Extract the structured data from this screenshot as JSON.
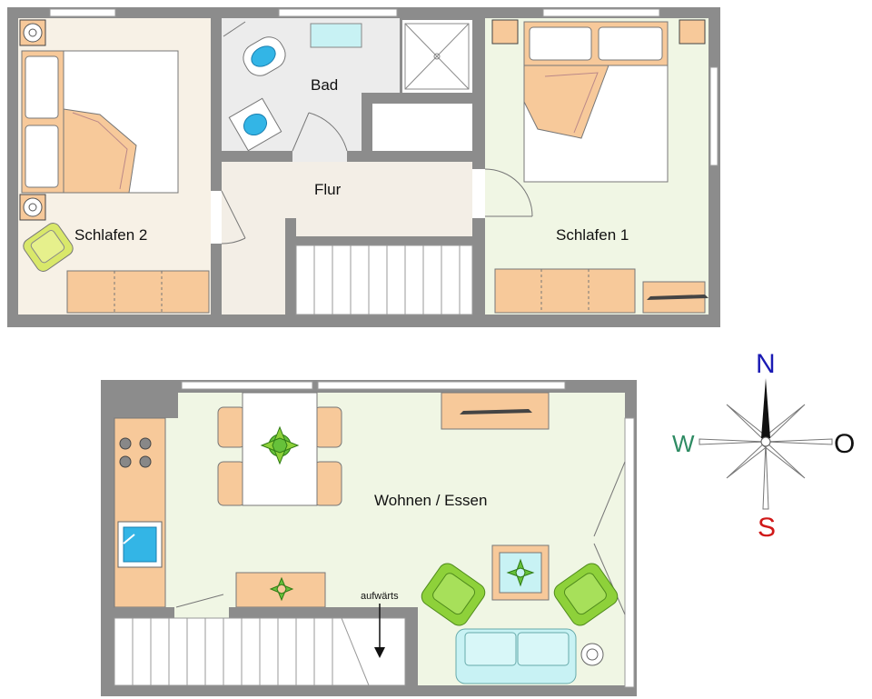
{
  "rooms": {
    "schlafen2": "Schlafen 2",
    "bad": "Bad",
    "flur": "Flur",
    "schlafen1": "Schlafen 1",
    "wohnen": "Wohnen / Essen"
  },
  "stairs_label": "aufwärts",
  "compass": {
    "north": "N",
    "south": "S",
    "west": "W",
    "east": "O",
    "colors": {
      "north": "#1a1ab4",
      "south": "#d01818",
      "west": "#2e8b63",
      "east": "#111111"
    }
  },
  "colors": {
    "wall": "#8c8c8c",
    "floor_bedroom": "#f7f1e6",
    "floor_bath": "#ececec",
    "floor_green": "#f0f6e4",
    "floor_hall": "#f3eee6",
    "wood": "#f7c99a",
    "blue": "#33b5e6",
    "seat_green": "#8ed13a",
    "sofa": "#c8f2f4"
  },
  "icons": [
    "toilet-icon",
    "sink-icon",
    "shower-icon",
    "bed-icon",
    "armchair-icon",
    "plant-icon",
    "stove-icon",
    "sofa-icon",
    "lamp-icon",
    "tv-icon",
    "door-icon",
    "window-icon",
    "compass-rose-icon"
  ]
}
